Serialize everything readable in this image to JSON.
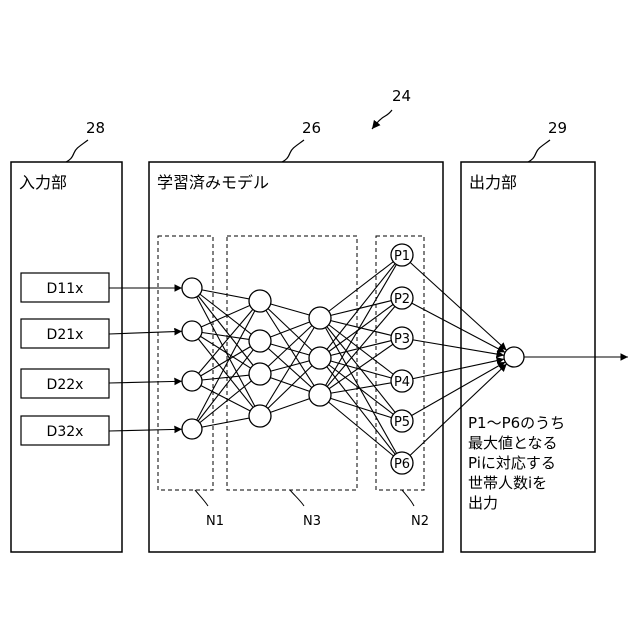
{
  "refs": {
    "system": "24",
    "input_unit": "28",
    "model": "26",
    "output_unit": "29"
  },
  "blocks": {
    "input_title": "入力部",
    "model_title": "学習済みモデル",
    "output_title": "出力部"
  },
  "inputs": [
    "D11x",
    "D21x",
    "D22x",
    "D32x"
  ],
  "layers": {
    "input_layer": "N1",
    "hidden_layer": "N3",
    "output_layer": "N2"
  },
  "outputs": [
    "P1",
    "P2",
    "P3",
    "P4",
    "P5",
    "P6"
  ],
  "output_note": [
    "P1～P6のうち",
    "最大値となる",
    "Piに対応する",
    "世帯人数iを",
    "出力"
  ]
}
